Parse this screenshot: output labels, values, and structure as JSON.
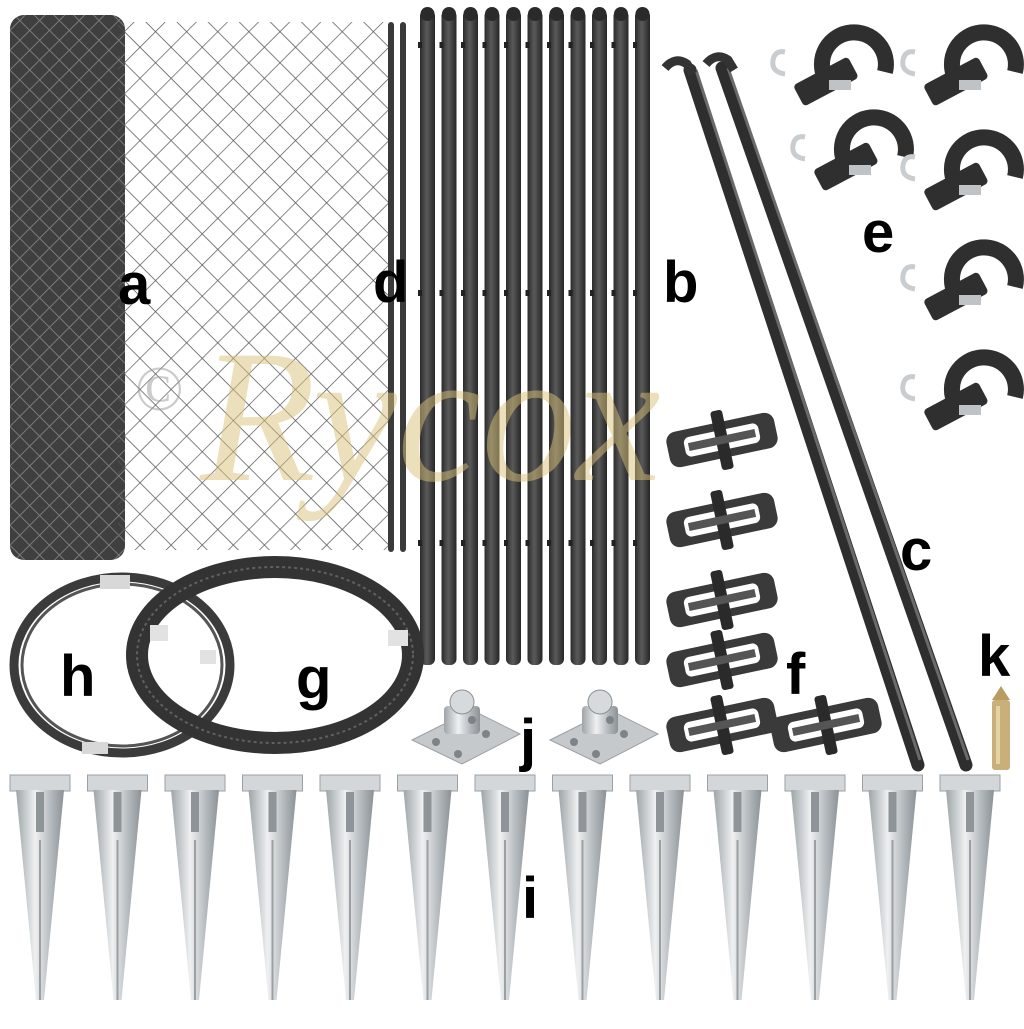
{
  "image": {
    "kind": "product kit photo",
    "background": "#ffffff",
    "metal_dark": "#3a3a3a",
    "metal_galvanized": "#c8cccf"
  },
  "labels": {
    "a": "a",
    "b": "b",
    "c": "c",
    "d": "d",
    "e": "e",
    "f": "f",
    "g": "g",
    "h": "h",
    "i": "i",
    "j": "j",
    "k": "k"
  },
  "watermark": {
    "copyright": "©",
    "brand": "Rycox",
    "color": "#d9c27a"
  },
  "counts": {
    "posts_b": 11,
    "braces_c": 2,
    "rods_d": 2,
    "clamps_e": 6,
    "tensioners_f": 6,
    "ground_spikes_i": 13,
    "base_plates_j": 2
  }
}
